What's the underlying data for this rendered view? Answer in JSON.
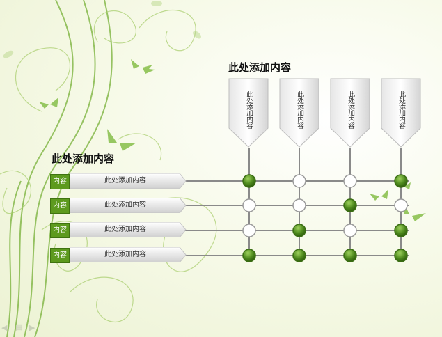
{
  "title_top": "此处添加内容",
  "title_left": "此处添加内容",
  "columns": [
    "此处添加内容",
    "此处添加内容",
    "此处添加内容",
    "此处添加内容"
  ],
  "rows": [
    {
      "tag": "内容",
      "label": "此处添加内容"
    },
    {
      "tag": "内容",
      "label": "此处添加内容"
    },
    {
      "tag": "内容",
      "label": "此处添加内容"
    },
    {
      "tag": "内容",
      "label": "此处添加内容"
    }
  ],
  "matrix": [
    [
      1,
      0,
      0,
      1
    ],
    [
      0,
      0,
      1,
      0
    ],
    [
      0,
      1,
      0,
      1
    ],
    [
      1,
      1,
      1,
      1
    ]
  ],
  "colors": {
    "filled": "#4e8a1d",
    "empty": "#ffffff",
    "line": "#8a8a8a",
    "tag": "#5d9a1e"
  },
  "footer_icons": [
    "prev-icon",
    "menu-icon",
    "next-icon"
  ]
}
